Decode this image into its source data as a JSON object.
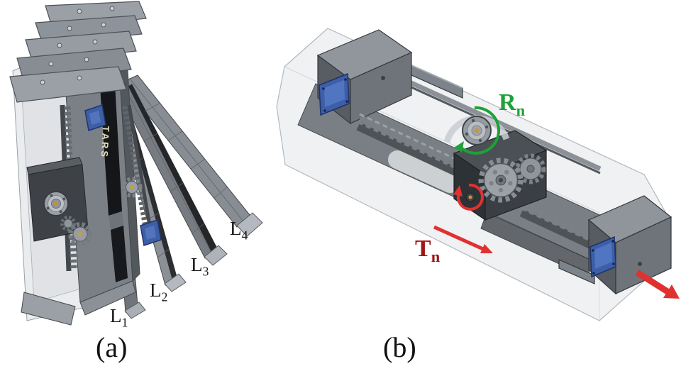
{
  "figure": {
    "background": "#ffffff",
    "panel_a": {
      "caption": "(a)",
      "device_text": "TARS",
      "link_labels": [
        {
          "base": "L",
          "sub": "1"
        },
        {
          "base": "L",
          "sub": "2"
        },
        {
          "base": "L",
          "sub": "3"
        },
        {
          "base": "L",
          "sub": "4"
        }
      ]
    },
    "panel_b": {
      "caption": "(b)",
      "rotation_label": {
        "base": "R",
        "sub": "n"
      },
      "translation_label": {
        "base": "T",
        "sub": "n"
      }
    },
    "colors": {
      "rotation_green": "#1fa038",
      "arrow_red": "#e03131",
      "translation_red": "#a31414",
      "label_black": "#1a1a1a",
      "cad_light": "#c9ced2",
      "cad_mid": "#8e959b",
      "cad_dark": "#4a4e53",
      "guide_blue": "#3d5fa8",
      "hub_orange": "#d2952e"
    }
  }
}
